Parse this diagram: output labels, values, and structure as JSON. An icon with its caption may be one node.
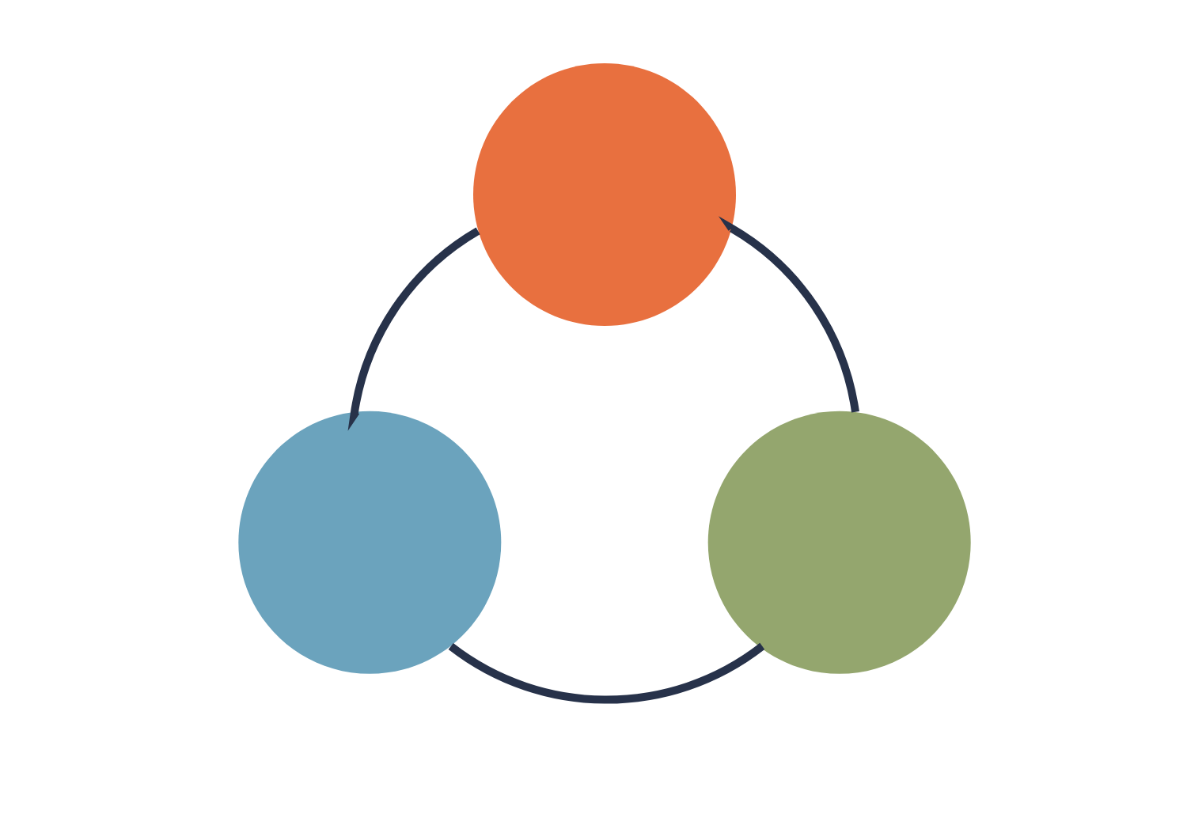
{
  "diagram": {
    "nodes": [
      {
        "text": [],
        "shape": "circle"
      },
      {
        "text": [],
        "shape": "circle"
      },
      {
        "text": [],
        "shape": "circle"
      }
    ],
    "edges": [
      {
        "from": 0,
        "to": 1,
        "arrow": "none"
      },
      {
        "from": 1,
        "to": 2,
        "arrow": "none"
      },
      {
        "from": 2,
        "to": 0,
        "arrow": "none"
      }
    ]
  }
}
